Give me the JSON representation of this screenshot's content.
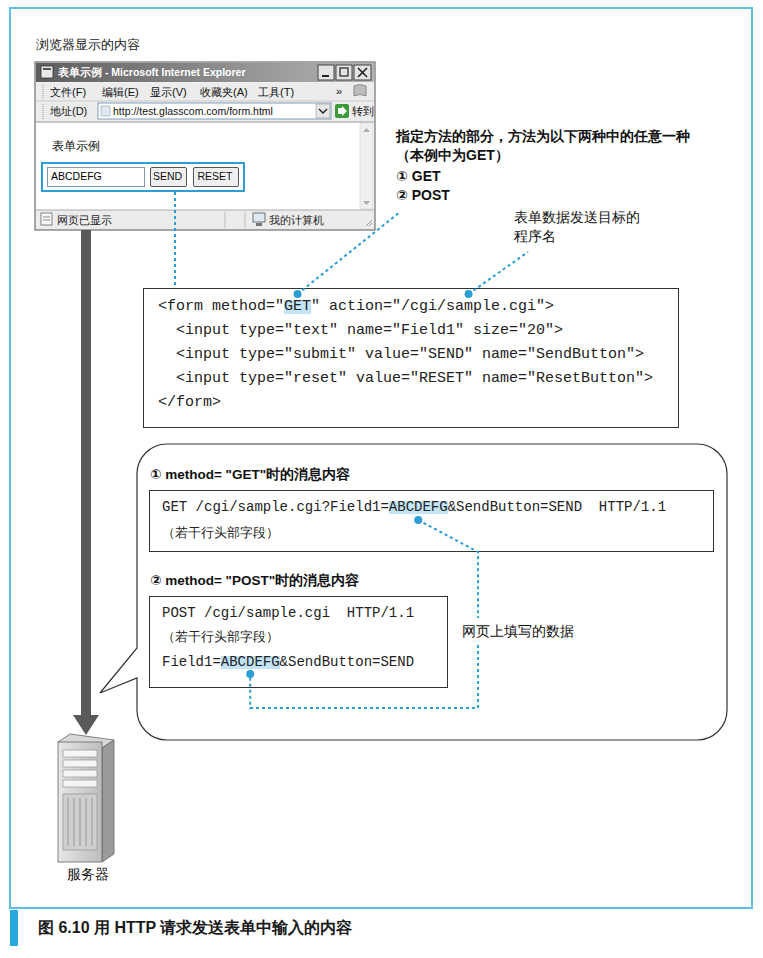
{
  "diagram": {
    "caption": "图 6.10 用 HTTP 请求发送表单中输入的内容",
    "nodes": [
      {
        "text": [
          "表单示例 - Microsoft Internet Explorer",
          "文件(F)",
          "编辑(E)",
          "显示(V)",
          "收藏夹(A)",
          "工具(T)",
          "»",
          "地址(D)",
          "http://test.glasscom.com/form.html",
          "转到",
          "表单示例",
          "网页已显示",
          "我的计算机"
        ]
      },
      {
        "in": 0
      },
      {
        "text": [
          "ABCDEFG"
        ],
        "in": 1
      },
      {
        "text": [
          "SEND"
        ],
        "in": 1
      },
      {
        "text": [
          "RESET"
        ],
        "in": 1
      },
      {
        "text": [
          "<form method=\"GET\" action=\"/cgi/sample.cgi\">",
          "<input type=\"text\" name=\"Field1\" size=\"20\">",
          "<input type=\"submit\" value=\"SEND\" name=\"SendButton\">",
          "<input type=\"reset\" value=\"RESET\" name=\"ResetButton\">",
          "</form>"
        ]
      },
      {},
      {
        "text": [
          "① method= \"GET\"时的消息内容",
          "GET /cgi/sample.cgi?Field1=ABCDEFG&SendButton=SEND  HTTP/1.1",
          "（若干行头部字段）"
        ],
        "in": 6
      },
      {
        "text": [
          "② method= \"POST\"时的消息内容",
          "POST /cgi/sample.cgi  HTTP/1.1",
          "（若干行头部字段）",
          "Field1=ABCDEFG&SendButton=SEND"
        ],
        "in": 6
      },
      {
        "text": [
          "服务器"
        ]
      }
    ],
    "edges": [
      {
        "from": 1,
        "to": 5,
        "arrow": "none"
      },
      {
        "from": 0,
        "to": 9,
        "arrow": "to"
      }
    ],
    "labels": [
      "浏览器显示的内容",
      "指定方法的部分，方法为以下两种中的任意一种（本例中为GET）",
      "① GET",
      "② POST",
      "表单数据发送目标的程序名",
      "网页上填写的数据"
    ]
  }
}
